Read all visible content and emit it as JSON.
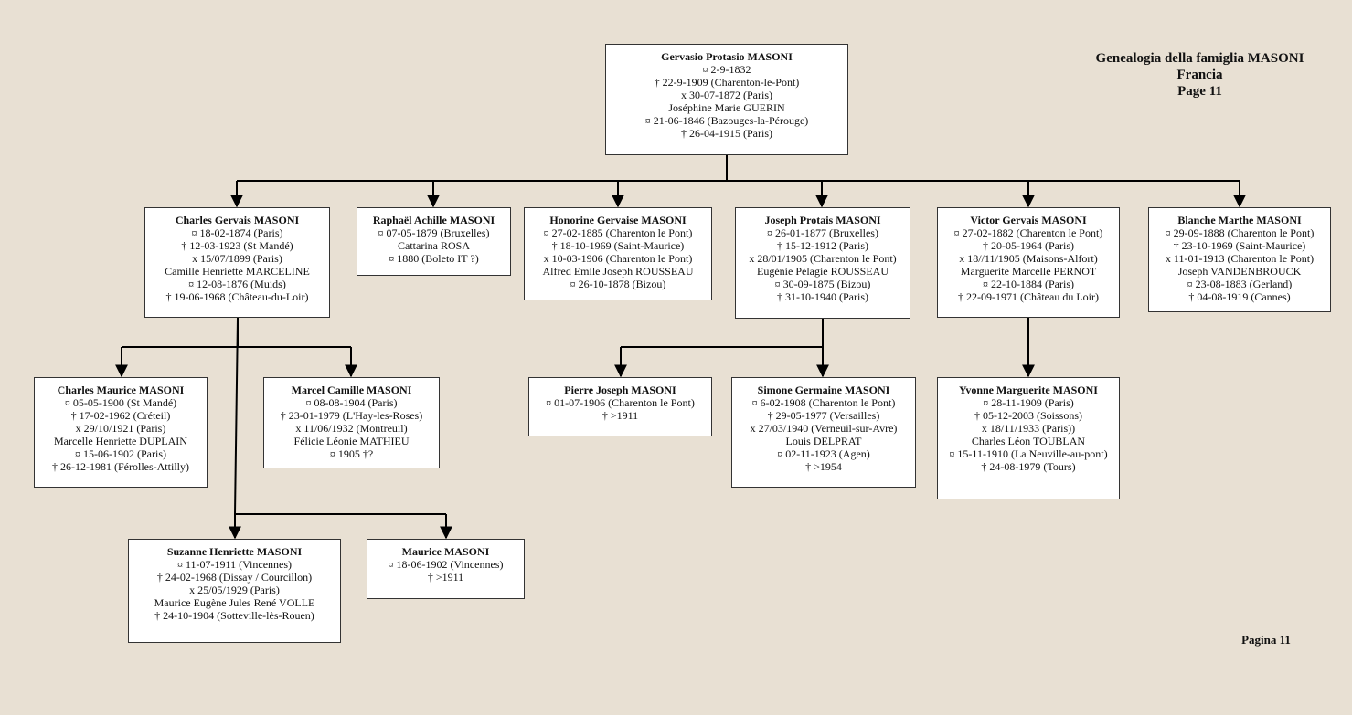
{
  "header": {
    "title": "Genealogia della famiglia MASONI",
    "country": "Francia",
    "page": "Page 11"
  },
  "footer": {
    "page_label": "Pagina 11"
  },
  "colors": {
    "background": "#e8e0d3",
    "box": "#ffffff",
    "line": "#000000"
  },
  "persons": {
    "gervasio": {
      "name": "Gervasio Protasio MASONI",
      "lines": [
        "¤ 2-9-1832",
        "† 22-9-1909 (Charenton-le-Pont)",
        "x 30-07-1872 (Paris)",
        "Joséphine Marie GUERIN",
        "¤ 21-06-1846 (Bazouges-la-Pérouge)",
        "† 26-04-1915 (Paris)"
      ]
    },
    "charles_gervais": {
      "name": "Charles Gervais MASONI",
      "lines": [
        "¤ 18-02-1874 (Paris)",
        "† 12-03-1923 (St Mandé)",
        "x 15/07/1899 (Paris)",
        "Camille Henriette MARCELINE",
        "¤ 12-08-1876 (Muids)",
        "† 19-06-1968 (Château-du-Loir)"
      ]
    },
    "raphael": {
      "name": "Raphaël Achille  MASONI",
      "lines": [
        "¤ 07-05-1879 (Bruxelles)",
        "Cattarina ROSA",
        "¤ 1880 (Boleto IT ?)"
      ]
    },
    "honorine": {
      "name": "Honorine Gervaise MASONI",
      "lines": [
        "¤ 27-02-1885 (Charenton le Pont)",
        "† 18-10-1969 (Saint-Maurice)",
        "x 10-03-1906 (Charenton le Pont)",
        "Alfred Emile Joseph ROUSSEAU",
        "¤ 26-10-1878 (Bizou)"
      ]
    },
    "joseph": {
      "name": "Joseph Protais MASONI",
      "lines": [
        "¤ 26-01-1877 (Bruxelles)",
        "† 15-12-1912 (Paris)",
        "x 28/01/1905 (Charenton le Pont)",
        "Eugénie Pélagie ROUSSEAU",
        "¤ 30-09-1875 (Bizou)",
        "† 31-10-1940 (Paris)"
      ]
    },
    "victor": {
      "name": "Victor Gervais MASONI",
      "lines": [
        "¤ 27-02-1882 (Charenton le Pont)",
        "† 20-05-1964 (Paris)",
        "x 18//11/1905 (Maisons-Alfort)",
        "Marguerite Marcelle PERNOT",
        "¤ 22-10-1884 (Paris)",
        "† 22-09-1971 (Château du Loir)"
      ]
    },
    "blanche": {
      "name": "Blanche Marthe MASONI",
      "lines": [
        "¤ 29-09-1888 (Charenton le Pont)",
        "† 23-10-1969 (Saint-Maurice)",
        "x 11-01-1913 (Charenton le Pont)",
        "Joseph VANDENBROUCK",
        "¤ 23-08-1883 (Gerland)",
        "† 04-08-1919 (Cannes)"
      ]
    },
    "charles_maurice": {
      "name": "Charles Maurice MASONI",
      "lines": [
        "¤ 05-05-1900 (St Mandé)",
        "† 17-02-1962 (Créteil)",
        "x 29/10/1921 (Paris)",
        "Marcelle Henriette DUPLAIN",
        "¤ 15-06-1902 (Paris)",
        "† 26-12-1981 (Férolles-Attilly)"
      ]
    },
    "marcel": {
      "name": "Marcel Camille MASONI",
      "lines": [
        "¤ 08-08-1904 (Paris)",
        "† 23-01-1979 (L'Hay-les-Roses)",
        "x 11/06/1932 (Montreuil)",
        "Félicie Léonie MATHIEU",
        "¤ 1905  †?"
      ]
    },
    "pierre": {
      "name": "Pierre Joseph  MASONI",
      "lines": [
        "¤ 01-07-1906 (Charenton le Pont)",
        "† >1911"
      ]
    },
    "simone": {
      "name": "Simone Germaine MASONI",
      "lines": [
        "¤ 6-02-1908 (Charenton le Pont)",
        "† 29-05-1977 (Versailles)",
        "x 27/03/1940 (Verneuil-sur-Avre)",
        "Louis DELPRAT",
        "¤ 02-11-1923 (Agen)",
        "† >1954"
      ]
    },
    "yvonne": {
      "name": "Yvonne Marguerite MASONI",
      "lines": [
        "¤ 28-11-1909 (Paris)",
        "† 05-12-2003 (Soissons)",
        "x 18/11/1933 (Paris))",
        "Charles Léon TOUBLAN",
        "¤ 15-11-1910 (La Neuville-au-pont)",
        "† 24-08-1979 (Tours)"
      ]
    },
    "suzanne": {
      "name": "Suzanne Henriette MASONI",
      "lines": [
        "¤ 11-07-1911 (Vincennes)",
        "† 24-02-1968 (Dissay / Courcillon)",
        "x 25/05/1929 (Paris)",
        "Maurice Eugène Jules René VOLLE",
        "† 24-10-1904 (Sotteville-lès-Rouen)"
      ]
    },
    "maurice": {
      "name": "Maurice MASONI",
      "lines": [
        "¤ 18-06-1902 (Vincennes)",
        "† >1911"
      ]
    }
  }
}
